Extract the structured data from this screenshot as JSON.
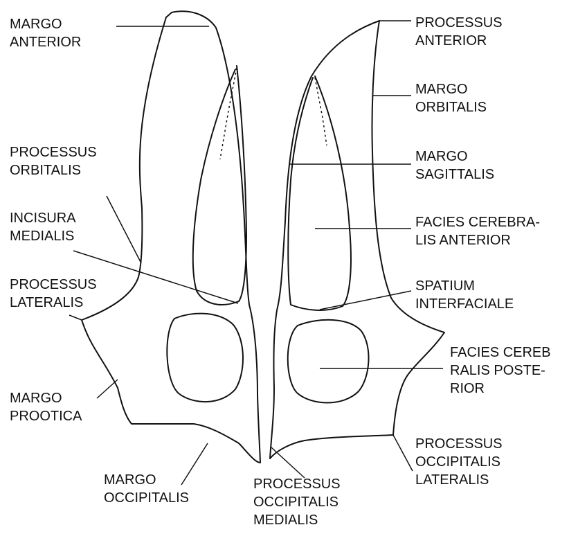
{
  "labels": {
    "margo_anterior": [
      "MARGO",
      "ANTERIOR"
    ],
    "processus_orbitalis": [
      "PROCESSUS",
      "ORBITALIS"
    ],
    "incisura_medialis": [
      "INCISURA",
      "MEDIALIS"
    ],
    "processus_lateralis": [
      "PROCESSUS",
      "LATERALIS"
    ],
    "margo_prootica": [
      "MARGO",
      "PROOTICA"
    ],
    "margo_occipitalis": [
      "MARGO",
      "OCCIPITALIS"
    ],
    "processus_occipitalis_medialis": [
      "PROCESSUS",
      "OCCIPITALIS",
      "MEDIALIS"
    ],
    "processus_anterior": [
      "PROCESSUS",
      "ANTERIOR"
    ],
    "margo_orbitalis": [
      "MARGO",
      "ORBITALIS"
    ],
    "margo_sagittalis": [
      "MARGO",
      "SAGITTALIS"
    ],
    "facies_cerebralis_anterior": [
      "FACIES CEREBRA-",
      "LIS ANTERIOR"
    ],
    "spatium_interfaciale": [
      "SPATIUM",
      "INTERFACIALE"
    ],
    "facies_cerebralis_posterior": [
      "FACIES CEREB",
      "RALIS POSTE-",
      "RIOR"
    ],
    "processus_occipitalis_lateralis": [
      "PROCESSUS",
      "OCCIPITALIS",
      "LATERALIS"
    ]
  }
}
